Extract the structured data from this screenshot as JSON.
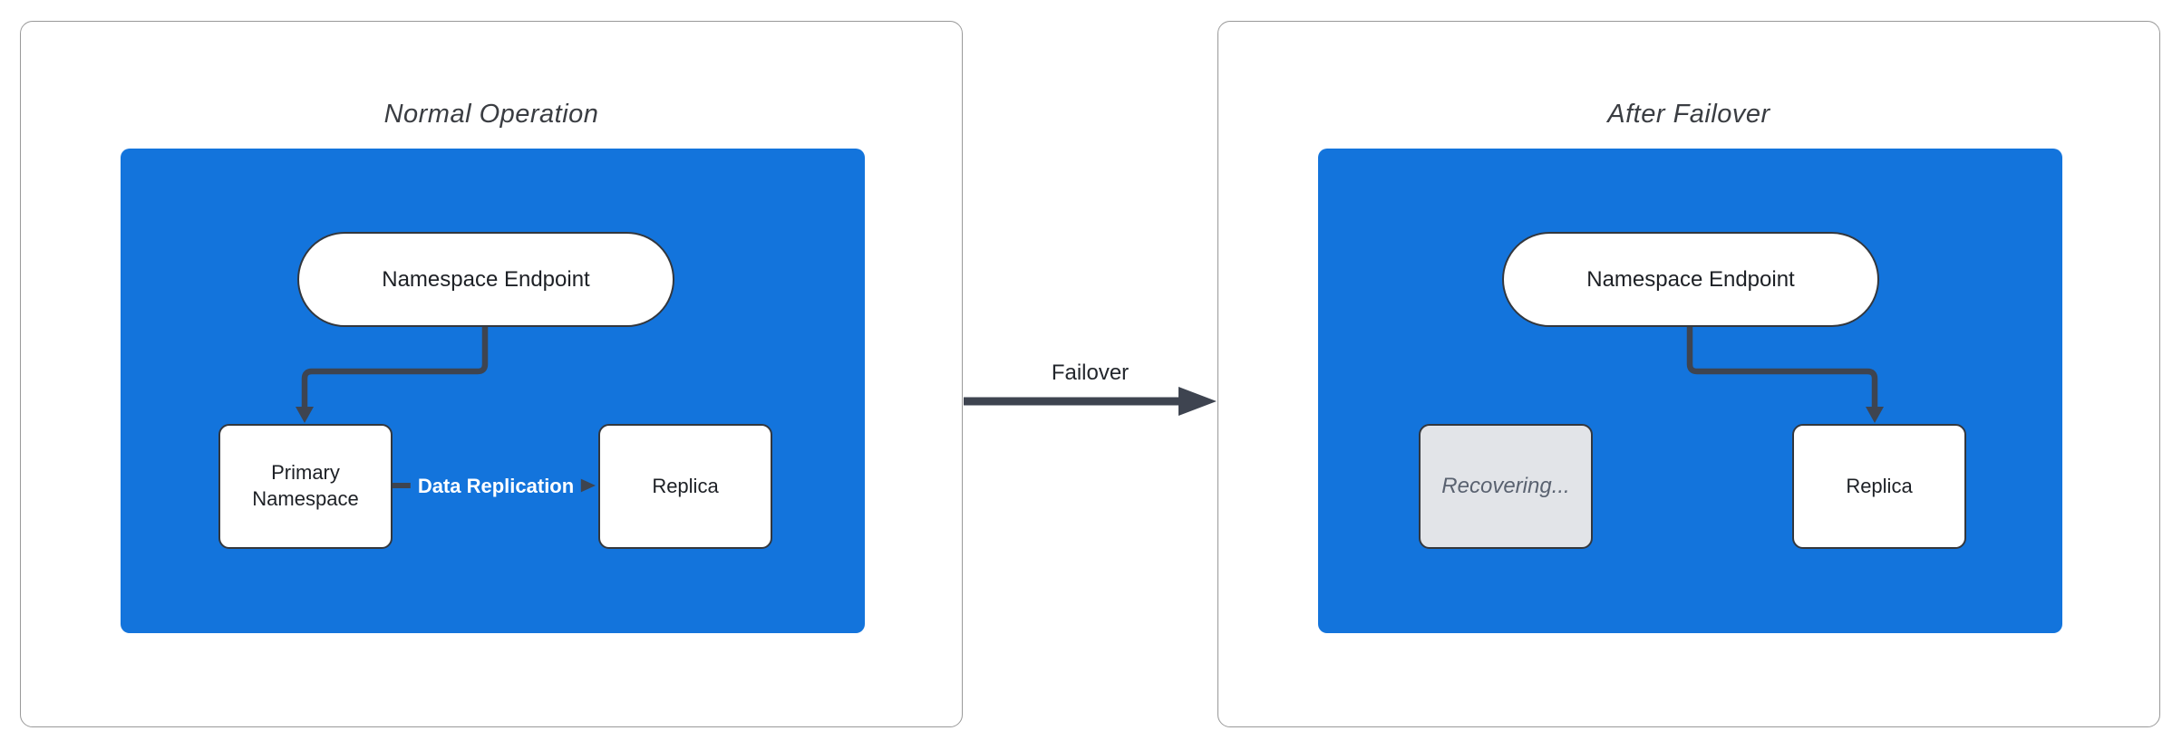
{
  "diagram": {
    "panels": [
      {
        "title": "Normal Operation",
        "group": {
          "endpoint_label": "Namespace Endpoint",
          "primary_label": "Primary Namespace",
          "replica_label": "Replica",
          "replication_arrow_label": "Data Replication"
        }
      },
      {
        "title": "After Failover",
        "group": {
          "endpoint_label": "Namespace Endpoint",
          "recovering_label": "Recovering...",
          "replica_label": "Replica"
        }
      }
    ],
    "transition_arrow_label": "Failover",
    "colors": {
      "group_fill_blue": "#1374DC",
      "arrow_slate": "#3E4450",
      "node_fill_white": "#FFFFFF",
      "recovering_fill_gray": "#E2E4E8",
      "recovering_text_gray": "#5A6270",
      "panel_border_gray": "#999999",
      "node_border_dark": "#33373D",
      "panel_title_text": "#3A3D42",
      "node_text": "#1D2025",
      "edge_label_text_white": "#FFFFFF"
    }
  }
}
